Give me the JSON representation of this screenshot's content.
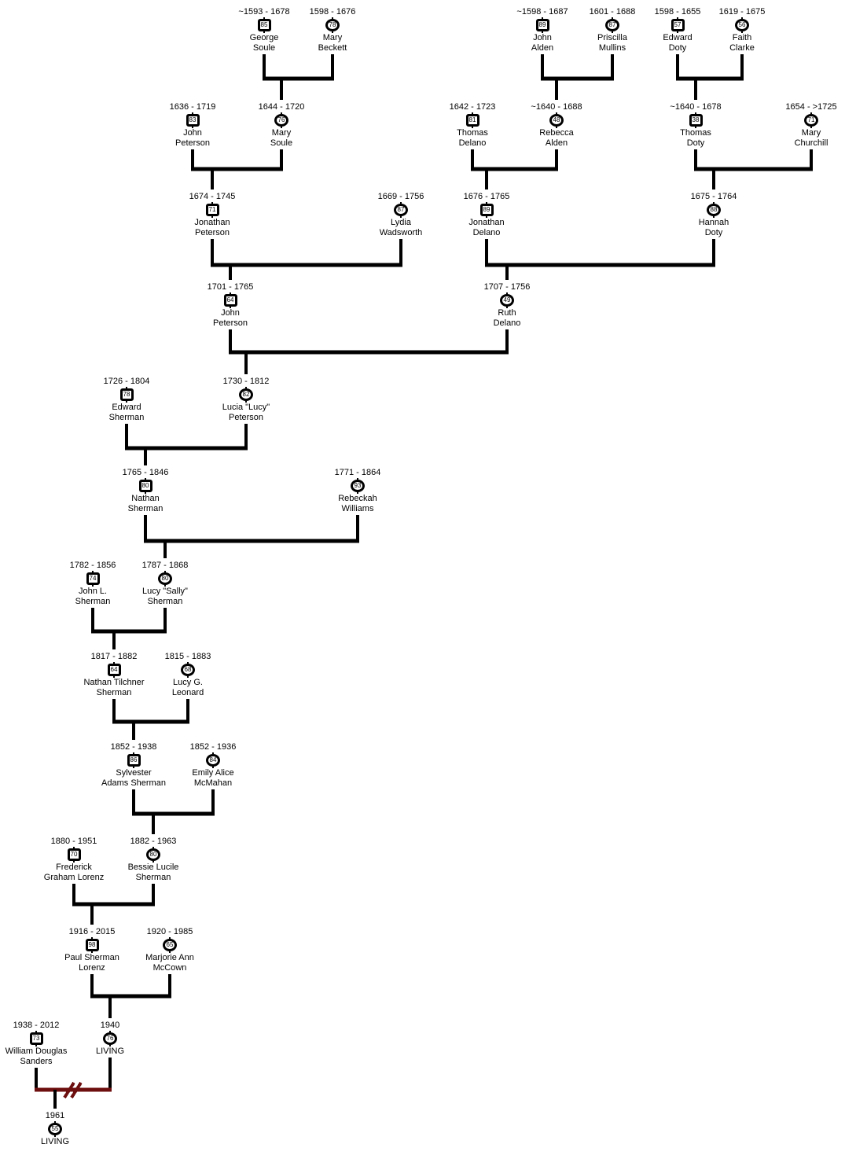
{
  "diagram": {
    "type": "family-tree",
    "colors": {
      "background": "#ffffff",
      "line": "#000000",
      "divorce_line": "#6e0f0f",
      "text": "#000000"
    },
    "people": [
      {
        "id": "george-soule",
        "sex": "M",
        "dates": "~1593 - 1678",
        "age": "85",
        "name": [
          "George",
          "Soule"
        ]
      },
      {
        "id": "mary-beckett",
        "sex": "F",
        "dates": "1598 - 1676",
        "age": "78",
        "name": [
          "Mary",
          "Beckett"
        ]
      },
      {
        "id": "john-alden",
        "sex": "M",
        "dates": "~1598 - 1687",
        "age": "89",
        "name": [
          "John",
          "Alden"
        ]
      },
      {
        "id": "priscilla-mullins",
        "sex": "F",
        "dates": "1601 - 1688",
        "age": "87",
        "name": [
          "Priscilla",
          "Mullins"
        ]
      },
      {
        "id": "edward-doty",
        "sex": "M",
        "dates": "1598 - 1655",
        "age": "57",
        "name": [
          "Edward",
          "Doty"
        ]
      },
      {
        "id": "faith-clarke",
        "sex": "F",
        "dates": "1619 - 1675",
        "age": "56",
        "name": [
          "Faith",
          "Clarke"
        ]
      },
      {
        "id": "john-peterson-1636",
        "sex": "M",
        "dates": "1636 - 1719",
        "age": "83",
        "name": [
          "John",
          "Peterson"
        ]
      },
      {
        "id": "mary-soule",
        "sex": "F",
        "dates": "1644 - 1720",
        "age": "76",
        "name": [
          "Mary",
          "Soule"
        ]
      },
      {
        "id": "thomas-delano",
        "sex": "M",
        "dates": "1642 - 1723",
        "age": "81",
        "name": [
          "Thomas",
          "Delano"
        ]
      },
      {
        "id": "rebecca-alden",
        "sex": "F",
        "dates": "~1640 - 1688",
        "age": "48",
        "name": [
          "Rebecca",
          "Alden"
        ]
      },
      {
        "id": "thomas-doty",
        "sex": "M",
        "dates": "~1640 - 1678",
        "age": "38",
        "name": [
          "Thomas",
          "Doty"
        ]
      },
      {
        "id": "mary-churchill",
        "sex": "F",
        "dates": "1654 - >1725",
        "age": "71",
        "name": [
          "Mary",
          "Churchill"
        ]
      },
      {
        "id": "jonathan-peterson",
        "sex": "M",
        "dates": "1674 - 1745",
        "age": "71",
        "name": [
          "Jonathan",
          "Peterson"
        ]
      },
      {
        "id": "lydia-wadsworth",
        "sex": "F",
        "dates": "1669 - 1756",
        "age": "87",
        "name": [
          "Lydia",
          "Wadsworth"
        ]
      },
      {
        "id": "jonathan-delano",
        "sex": "M",
        "dates": "1676 - 1765",
        "age": "89",
        "name": [
          "Jonathan",
          "Delano"
        ]
      },
      {
        "id": "hannah-doty",
        "sex": "F",
        "dates": "1675 - 1764",
        "age": "88",
        "name": [
          "Hannah",
          "Doty"
        ]
      },
      {
        "id": "john-peterson-1701",
        "sex": "M",
        "dates": "1701 - 1765",
        "age": "64",
        "name": [
          "John",
          "Peterson"
        ]
      },
      {
        "id": "ruth-delano",
        "sex": "F",
        "dates": "1707 - 1756",
        "age": "49",
        "name": [
          "Ruth",
          "Delano"
        ]
      },
      {
        "id": "edward-sherman",
        "sex": "M",
        "dates": "1726 - 1804",
        "age": "78",
        "name": [
          "Edward",
          "Sherman"
        ]
      },
      {
        "id": "lucia-lucy-peterson",
        "sex": "F",
        "dates": "1730 - 1812",
        "age": "82",
        "name": [
          "Lucia \"Lucy\"",
          "Peterson"
        ]
      },
      {
        "id": "nathan-sherman",
        "sex": "M",
        "dates": "1765 - 1846",
        "age": "80",
        "name": [
          "Nathan",
          "Sherman"
        ]
      },
      {
        "id": "rebeckah-williams",
        "sex": "F",
        "dates": "1771 - 1864",
        "age": "93",
        "name": [
          "Rebeckah",
          "Williams"
        ]
      },
      {
        "id": "john-l-sherman",
        "sex": "M",
        "dates": "1782 - 1856",
        "age": "74",
        "name": [
          "John L.",
          "Sherman"
        ]
      },
      {
        "id": "lucy-sally-sherman",
        "sex": "F",
        "dates": "1787 - 1868",
        "age": "80",
        "name": [
          "Lucy \"Sally\"",
          "Sherman"
        ]
      },
      {
        "id": "nathan-tilchner-sherman",
        "sex": "M",
        "dates": "1817 - 1882",
        "age": "64",
        "name": [
          "Nathan Tilchner",
          "Sherman"
        ]
      },
      {
        "id": "lucy-g-leonard",
        "sex": "F",
        "dates": "1815 - 1883",
        "age": "68",
        "name": [
          "Lucy G.",
          "Leonard"
        ]
      },
      {
        "id": "sylvester-adams-sherman",
        "sex": "M",
        "dates": "1852 - 1938",
        "age": "86",
        "name": [
          "Sylvester",
          "Adams Sherman"
        ]
      },
      {
        "id": "emily-alice-mcmahan",
        "sex": "F",
        "dates": "1852 - 1936",
        "age": "84",
        "name": [
          "Emily Alice",
          "McMahan"
        ]
      },
      {
        "id": "frederick-graham-lorenz",
        "sex": "M",
        "dates": "1880 - 1951",
        "age": "70",
        "name": [
          "Frederick",
          "Graham Lorenz"
        ]
      },
      {
        "id": "bessie-lucile-sherman",
        "sex": "F",
        "dates": "1882 - 1963",
        "age": "80",
        "name": [
          "Bessie Lucile",
          "Sherman"
        ]
      },
      {
        "id": "paul-sherman-lorenz",
        "sex": "M",
        "dates": "1916 - 2015",
        "age": "98",
        "name": [
          "Paul Sherman",
          "Lorenz"
        ]
      },
      {
        "id": "marjorie-ann-mccown",
        "sex": "F",
        "dates": "1920 - 1985",
        "age": "65",
        "name": [
          "Marjorie Ann",
          "McCown"
        ]
      },
      {
        "id": "william-douglas-sanders",
        "sex": "M",
        "dates": "1938 - 2012",
        "age": "73",
        "name": [
          "William Douglas",
          "Sanders"
        ]
      },
      {
        "id": "living-1940",
        "sex": "F",
        "dates": "1940",
        "age": "76",
        "name": [
          "LIVING"
        ]
      },
      {
        "id": "living-1961",
        "sex": "F",
        "dates": "1961",
        "age": "55",
        "name": [
          "LIVING"
        ]
      }
    ],
    "unions": [
      {
        "partners": [
          "george-soule",
          "mary-beckett"
        ],
        "child": "mary-soule",
        "divorced": false
      },
      {
        "partners": [
          "john-alden",
          "priscilla-mullins"
        ],
        "child": "rebecca-alden",
        "divorced": false
      },
      {
        "partners": [
          "edward-doty",
          "faith-clarke"
        ],
        "child": "thomas-doty",
        "divorced": false
      },
      {
        "partners": [
          "john-peterson-1636",
          "mary-soule"
        ],
        "child": "jonathan-peterson",
        "divorced": false
      },
      {
        "partners": [
          "thomas-delano",
          "rebecca-alden"
        ],
        "child": "jonathan-delano",
        "divorced": false
      },
      {
        "partners": [
          "thomas-doty",
          "mary-churchill"
        ],
        "child": "hannah-doty",
        "divorced": false
      },
      {
        "partners": [
          "jonathan-peterson",
          "lydia-wadsworth"
        ],
        "child": "john-peterson-1701",
        "divorced": false
      },
      {
        "partners": [
          "jonathan-delano",
          "hannah-doty"
        ],
        "child": "ruth-delano",
        "divorced": false
      },
      {
        "partners": [
          "john-peterson-1701",
          "ruth-delano"
        ],
        "child": "lucia-lucy-peterson",
        "divorced": false
      },
      {
        "partners": [
          "edward-sherman",
          "lucia-lucy-peterson"
        ],
        "child": "nathan-sherman",
        "divorced": false
      },
      {
        "partners": [
          "nathan-sherman",
          "rebeckah-williams"
        ],
        "child": "lucy-sally-sherman",
        "divorced": false
      },
      {
        "partners": [
          "john-l-sherman",
          "lucy-sally-sherman"
        ],
        "child": "nathan-tilchner-sherman",
        "divorced": false
      },
      {
        "partners": [
          "nathan-tilchner-sherman",
          "lucy-g-leonard"
        ],
        "child": "sylvester-adams-sherman",
        "divorced": false
      },
      {
        "partners": [
          "sylvester-adams-sherman",
          "emily-alice-mcmahan"
        ],
        "child": "bessie-lucile-sherman",
        "divorced": false
      },
      {
        "partners": [
          "frederick-graham-lorenz",
          "bessie-lucile-sherman"
        ],
        "child": "paul-sherman-lorenz",
        "divorced": false
      },
      {
        "partners": [
          "paul-sherman-lorenz",
          "marjorie-ann-mccown"
        ],
        "child": "living-1940",
        "divorced": false
      },
      {
        "partners": [
          "william-douglas-sanders",
          "living-1940"
        ],
        "child": "living-1961",
        "divorced": true
      }
    ]
  }
}
